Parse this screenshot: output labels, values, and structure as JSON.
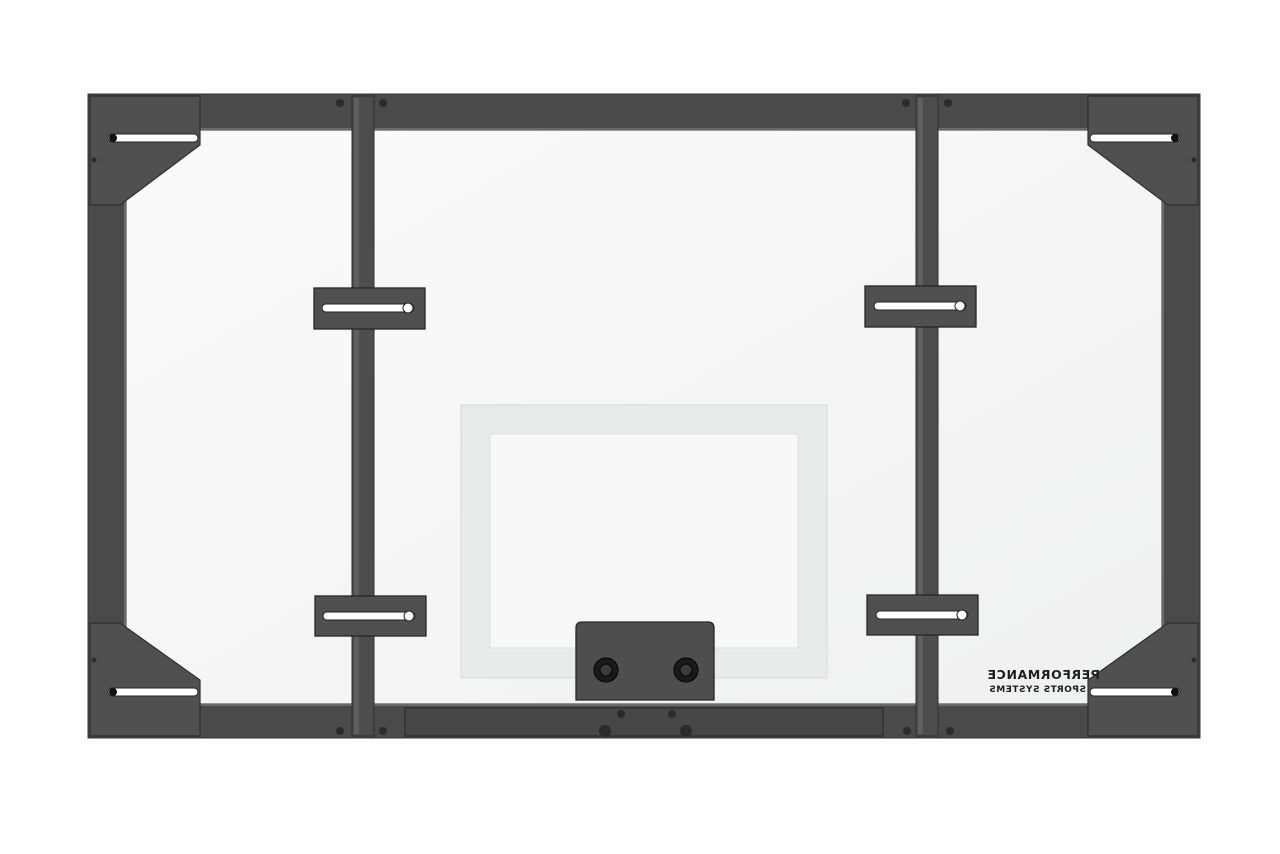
{
  "image": {
    "subject": "basketball backboard rear view",
    "background_color": "#ffffff",
    "frame_color": "#4a4a4a",
    "frame_edge_color": "#3a3a3a",
    "glass_color": "#f4f6f6",
    "target_square_color": "#eaeded"
  },
  "brand_mark": {
    "line1": "PERFORMANCE",
    "line2": "SPORTS SYSTEMS",
    "mirrored": true
  }
}
